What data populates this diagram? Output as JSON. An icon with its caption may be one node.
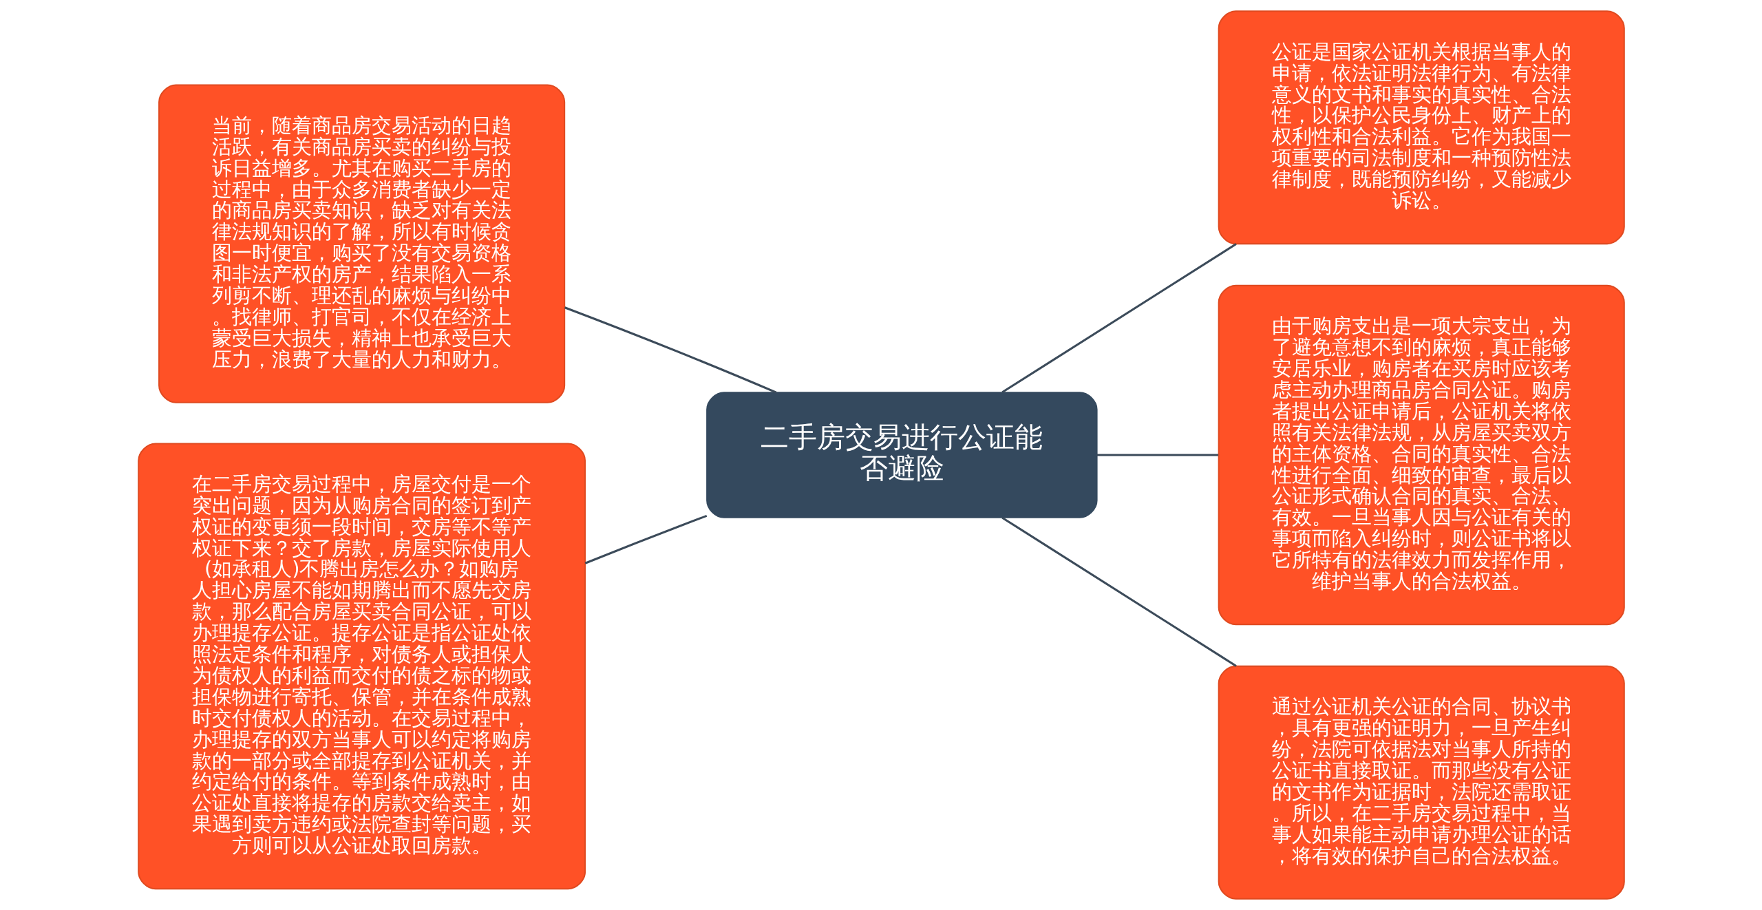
{
  "diagram": {
    "nodes": [
      {
        "text": [
          "二手房交易进行公证能否避险"
        ]
      },
      {
        "text": [
          "当前，随着商品房交易活动的日趋活跃，有关商品房买卖的纠纷与投诉日益增多。尤其在购买二手房的过程中，由于众多消费者缺少一定的商品房买卖知识，缺乏对有关法律法规知识的了解，所以有时候贪图一时便宜，购买了没有交易资格和非法产权的房产，结果陷入一系列剪不断、理还乱的麻烦与纠纷中。找律师、打官司，不仅在经济上蒙受巨大损失，精神上也承受巨大压力，浪费了大量的人力和财力。"
        ]
      },
      {
        "text": [
          "在二手房交易过程中，房屋交付是一个突出问题，因为从购房合同的签订到产权证的变更须一段时间，交房等不等产权证下来？交了房款，房屋实际使用人(如承租人)不腾出房怎么办？如购房人担心房屋不能如期腾出而不愿先交房款，那么配合房屋买卖合同公证，可以办理提存公证。提存公证是指公证处依照法定条件和程序，对债务人或担保人为债权人的利益而交付的债之标的物或担保物进行寄托、保管，并在条件成熟时交付债权人的活动。在交易过程中，办理提存的双方当事人可以约定将购房款的一部分或全部提存到公证机关，并约定给付的条件。等到条件成熟时，由公证处直接将提存的房款交给卖主，如果遇到卖方违约或法院查封等问题，买方则可以从公证处取回房款。"
        ]
      },
      {
        "text": [
          "公证是国家公证机关根据当事人的申请，依法证明法律行为、有法律意义的文书和事实的真实性、合法性，以保护公民身份上、财产上的权利性和合法利益。它作为我国一项重要的司法制度和一种预防性法律制度，既能预防纠纷，又能减少诉讼。"
        ]
      },
      {
        "text": [
          "由于购房支出是一项大宗支出，为了避免意想不到的麻烦，真正能够安居乐业，购房者在买房时应该考虑主动办理商品房合同公证。购房者提出公证申请后，公证机关将依照有关法律法规，从房屋买卖双方的主体资格、合同的真实性、合法性进行全面、细致的审查，最后以公证形式确认合同的真实、合法、有效。一旦当事人因与公证有关的事项而陷入纠纷时，则公证书将以它所特有的法律效力而发挥作用，维护当事人的合法权益。"
        ]
      },
      {
        "text": [
          "通过公证机关公证的合同、协议书，具有更强的证明力，一旦产生纠纷，法院可依据法对当事人所持的公证书直接取证。而那些没有公证的文书作为证据时，法院还需取证。所以，在二手房交易过程中，当事人如果能主动申请办理公证的话，将有效的保护自己的合法权益。"
        ]
      }
    ],
    "edges": [
      {
        "from": 0,
        "to": 1,
        "arrow": "none"
      },
      {
        "from": 0,
        "to": 2,
        "arrow": "none"
      },
      {
        "from": 0,
        "to": 3,
        "arrow": "none"
      },
      {
        "from": 0,
        "to": 4,
        "arrow": "none"
      },
      {
        "from": 0,
        "to": 5,
        "arrow": "none"
      }
    ]
  }
}
